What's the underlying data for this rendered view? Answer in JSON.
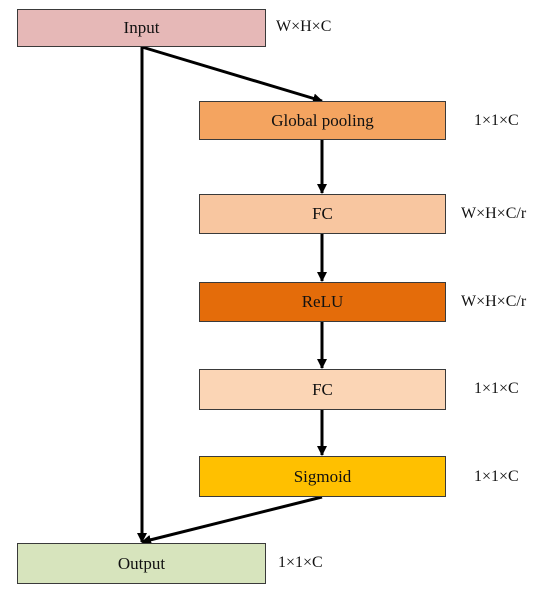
{
  "diagram": {
    "nodes": {
      "input": {
        "label": "Input",
        "dim": "W×H×C",
        "color": "#e6b8b7"
      },
      "global_pooling": {
        "label": "Global pooling",
        "dim": "1×1×C",
        "color": "#f4a460"
      },
      "fc1": {
        "label": "FC",
        "dim": "W×H×C/r",
        "color": "#f8c6a0"
      },
      "relu": {
        "label": "ReLU",
        "dim": "W×H×C/r",
        "color": "#e46c0a"
      },
      "fc2": {
        "label": "FC",
        "dim": "1×1×C",
        "color": "#fbd5b5"
      },
      "sigmoid": {
        "label": "Sigmoid",
        "dim": "1×1×C",
        "color": "#ffc000"
      },
      "output": {
        "label": "Output",
        "dim": "1×1×C",
        "color": "#d7e4bd"
      }
    },
    "edges": [
      [
        "input",
        "global_pooling"
      ],
      [
        "global_pooling",
        "fc1"
      ],
      [
        "fc1",
        "relu"
      ],
      [
        "relu",
        "fc2"
      ],
      [
        "fc2",
        "sigmoid"
      ],
      [
        "sigmoid",
        "output"
      ],
      [
        "input",
        "output"
      ]
    ]
  }
}
